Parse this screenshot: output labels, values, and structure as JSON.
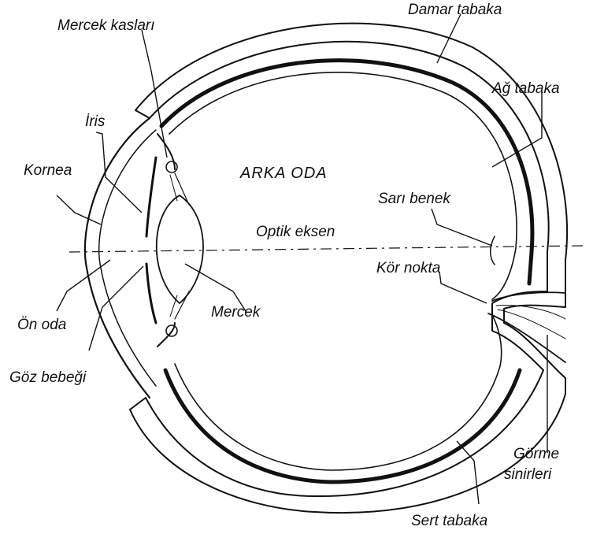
{
  "labels": {
    "mercek_kaslari": "Mercek kasları",
    "damar_tabaka": "Damar tabaka",
    "ag_tabaka": "Ağ tabaka",
    "iris": "İris",
    "kornea": "Kornea",
    "arka_oda": "ARKA  ODA",
    "sari_benek": "Sarı benek",
    "optik_eksen": "Optik eksen",
    "kor_nokta": "Kör nokta",
    "on_oda": "Ön oda",
    "mercek": "Mercek",
    "goz_bebegi": "Göz bebeği",
    "gorme_line1": "Görme",
    "gorme_line2": "sinirleri",
    "sert_tabaka": "Sert tabaka"
  },
  "colors": {
    "ink": "#111111",
    "background": "#ffffff",
    "tissue_dots": "#9a9a9a"
  }
}
